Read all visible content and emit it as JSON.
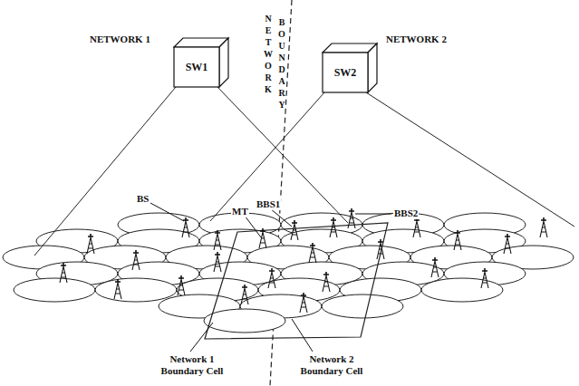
{
  "diagram": {
    "nodes": [
      {
        "text": [
          "SW1"
        ]
      },
      {
        "text": [
          "SW2"
        ]
      }
    ],
    "labels": [
      "NETWORK 1",
      "NETWORK 2",
      "NETWORK",
      "BOUNDARY",
      "BS",
      "MT",
      "BBS1",
      "BBS2",
      "Network 1 Boundary Cell",
      "Network 2 Boundary Cell"
    ]
  }
}
